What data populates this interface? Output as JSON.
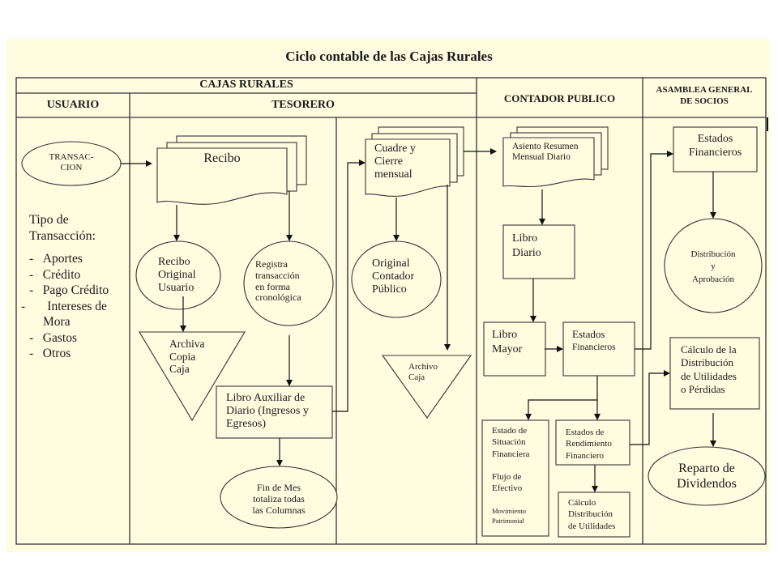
{
  "title": "Ciclo contable de las Cajas Rurales",
  "headers": {
    "cajas_rurales": "CAJAS RURALES",
    "usuario": "USUARIO",
    "tesorero": "TESORERO",
    "contador": "CONTADOR PUBLICO",
    "asamblea_1": "ASAMBLEA GENERAL",
    "asamblea_2": "DE SOCIOS"
  },
  "usuario": {
    "transaccion_1": "TRANSAC-",
    "transaccion_2": "CION",
    "tipo_title_1": "Tipo de",
    "tipo_title_2": "Transacción:",
    "tipos": [
      "Aportes",
      "Crédito",
      "Pago Crédito",
      "Intereses de",
      "Mora",
      "Gastos",
      "Otros"
    ],
    "bullet": "-"
  },
  "tesorero": {
    "recibo": "Recibo",
    "recibo_original": [
      "Recibo",
      "Original",
      "Usuario"
    ],
    "registra": [
      "Registra",
      "transacción",
      "en forma",
      "cronológica"
    ],
    "archiva": [
      "Archiva",
      "Copia",
      "Caja"
    ],
    "libro_auxiliar": [
      "Libro Auxiliar de",
      "Diario (Ingresos y",
      "Egresos)"
    ],
    "fin_de_mes": [
      "Fin de Mes",
      "totaliza todas",
      "las Columnas"
    ],
    "cuadre": [
      "Cuadre y",
      "Cierre",
      "mensual"
    ],
    "original_contador": [
      "Original",
      "Contador",
      "Público"
    ],
    "archivo_caja": [
      "Archivo",
      "Caja"
    ]
  },
  "contador": {
    "asiento": [
      "Asiento Resumen",
      "Mensual Diario"
    ],
    "libro_diario": [
      "Libro",
      "Diario"
    ],
    "libro_mayor": [
      "Libro",
      "Mayor"
    ],
    "estados_financieros": [
      "Estados",
      "Financieros"
    ],
    "estado_situacion": [
      "Estado de",
      "Situación",
      "Financiera"
    ],
    "flujo": [
      "Flujo de",
      "Efectivo"
    ],
    "movimiento": [
      "Movimiento",
      "Patrimonial"
    ],
    "rendimiento": [
      "Estados de",
      "Rendimiento",
      "Financiero"
    ],
    "calculo_dist": [
      "Cálculo",
      "Distribución",
      "de Utilidades"
    ]
  },
  "asamblea": {
    "estados_financieros": [
      "Estados",
      "Financieros"
    ],
    "distribucion": [
      "Distribución",
      "y",
      "Aprobación"
    ],
    "calculo": [
      "Cálculo de la",
      "Distribución",
      "de Utilidades",
      "o Pérdidas"
    ],
    "reparto": [
      "Reparto de",
      "Dividendos"
    ]
  }
}
